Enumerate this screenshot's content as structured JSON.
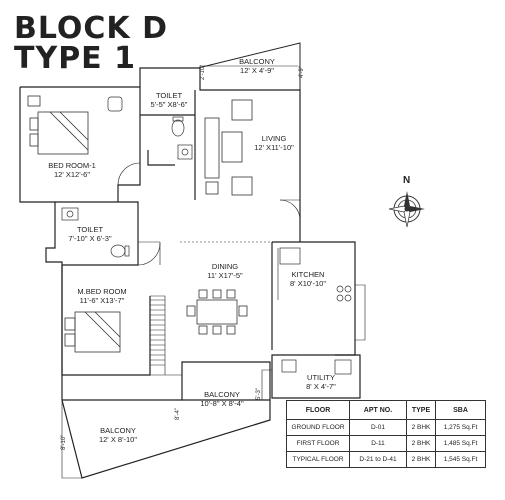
{
  "title": {
    "line1": "BLOCK D",
    "line2": "TYPE 1"
  },
  "rooms": {
    "balcony_top": {
      "name": "BALCONY",
      "size": "12' X 4'-9\""
    },
    "toilet_1": {
      "name": "TOILET",
      "size": "5'-5\" X8'-6\""
    },
    "living": {
      "name": "LIVING",
      "size": "12' X11'-10\""
    },
    "bedroom_1": {
      "name": "BED ROOM-1",
      "size": "12' X12'-6\""
    },
    "toilet_2": {
      "name": "TOILET",
      "size": "7'-10\" X 6'-3\""
    },
    "dining": {
      "name": "DINING",
      "size": "11' X17'-5\""
    },
    "kitchen": {
      "name": "KITCHEN",
      "size": "8' X10'-10\""
    },
    "master_bedroom": {
      "name": "M.BED ROOM",
      "size": "11'-6\" X13'-7\""
    },
    "utility": {
      "name": "UTILITY",
      "size": "8' X 4'-7\""
    },
    "balcony_mid": {
      "name": "BALCONY",
      "size": "10'-8\" X 8'-4\""
    },
    "balcony_bottom": {
      "name": "BALCONY",
      "size": "12' X 8'-10\""
    }
  },
  "dimensions": {
    "d1": "4'-9\"",
    "d2": "2'-10\"",
    "d3": "8'-4\"",
    "d4": "5'-3\"",
    "d5": "8'-10\""
  },
  "compass": {
    "north_label": "N"
  },
  "area_table": {
    "headers": [
      "FLOOR",
      "APT NO.",
      "TYPE",
      "SBA"
    ],
    "rows": [
      {
        "floor": "GROUND FLOOR",
        "apt": "D-01",
        "type": "2 BHK",
        "sba": "1,275 Sq.Ft"
      },
      {
        "floor": "FIRST FLOOR",
        "apt": "D-11",
        "type": "2 BHK",
        "sba": "1,485 Sq.Ft"
      },
      {
        "floor": "TYPICAL FLOOR",
        "apt": "D-21 to D-41",
        "type": "2 BHK",
        "sba": "1,545 Sq.Ft"
      }
    ]
  }
}
